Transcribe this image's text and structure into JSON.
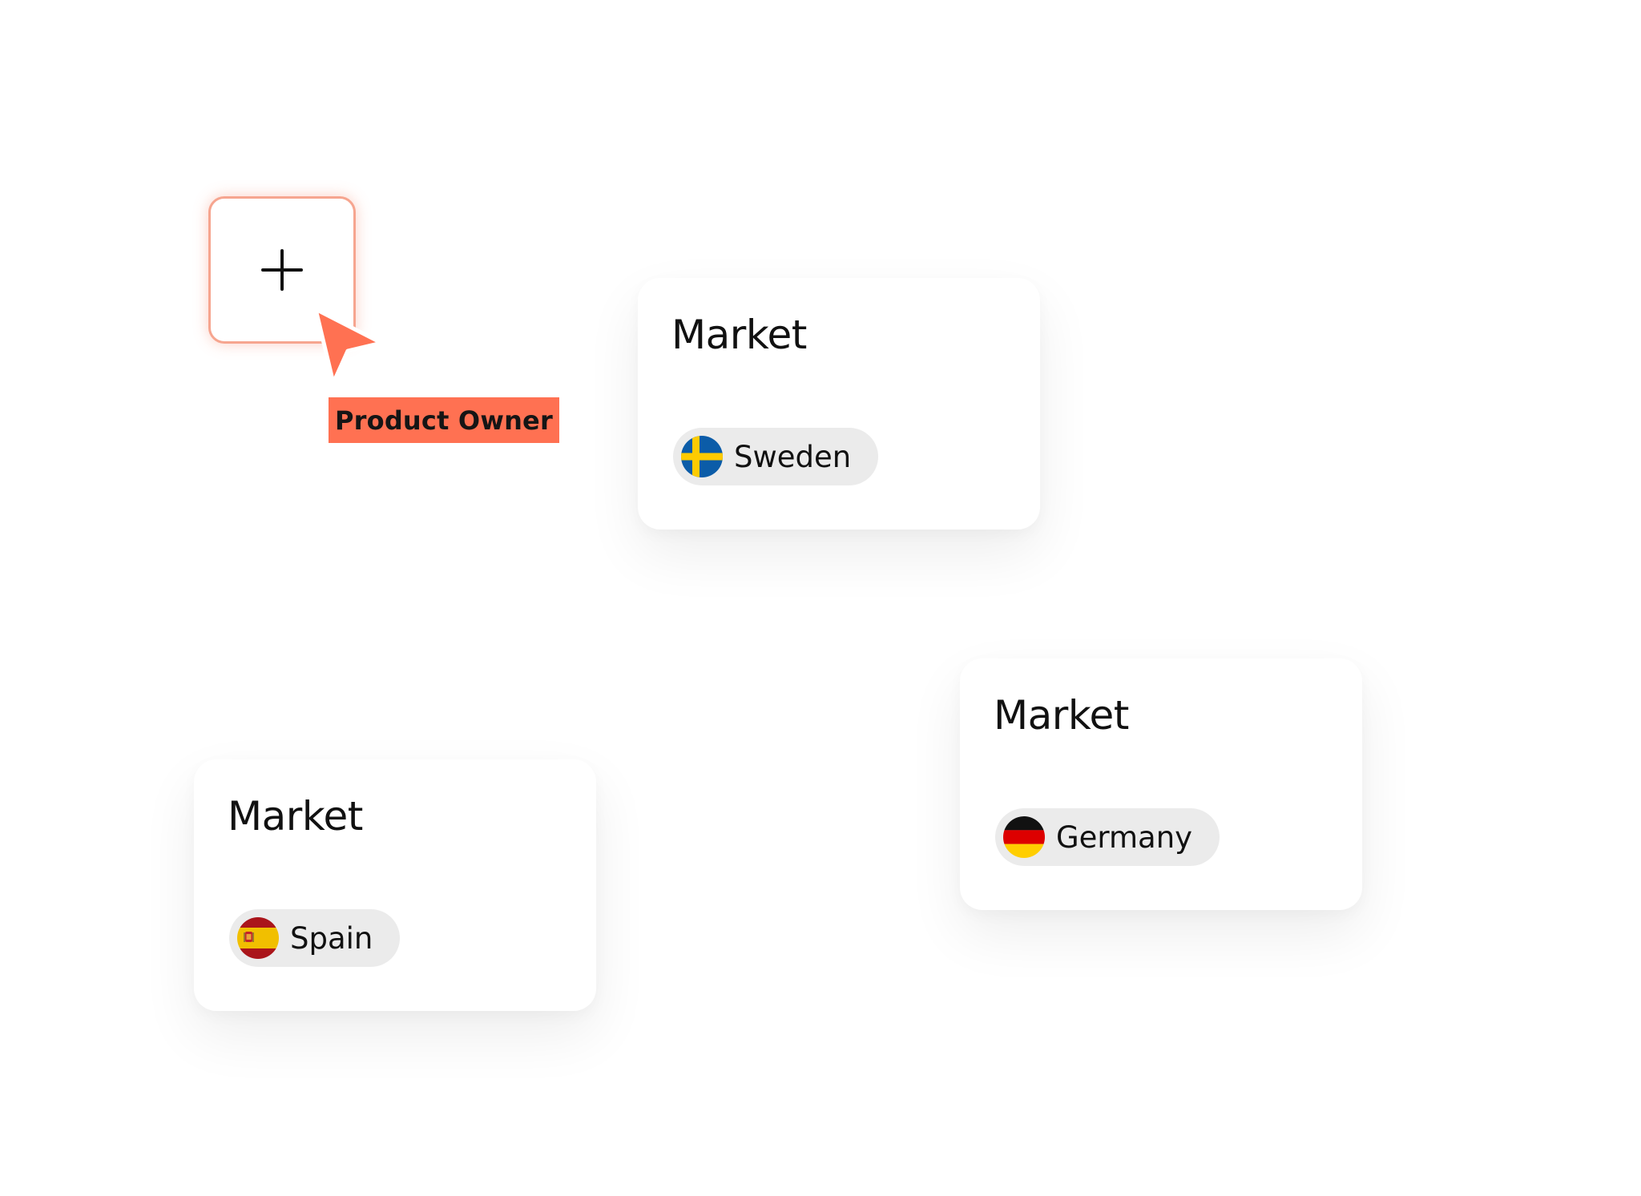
{
  "add_button": {
    "icon": "plus-icon"
  },
  "cursor": {
    "icon": "pointer-arrow-icon",
    "label": "Product Owner",
    "color": "#ff7152"
  },
  "cards": [
    {
      "title": "Market",
      "country": "Sweden",
      "flag_icon": "sweden-flag-icon"
    },
    {
      "title": "Market",
      "country": "Germany",
      "flag_icon": "germany-flag-icon"
    },
    {
      "title": "Market",
      "country": "Spain",
      "flag_icon": "spain-flag-icon"
    }
  ],
  "colors": {
    "accent": "#ff7152",
    "add_button_border": "#f6a58f",
    "chip_background": "#ebebeb",
    "text": "#111111"
  }
}
